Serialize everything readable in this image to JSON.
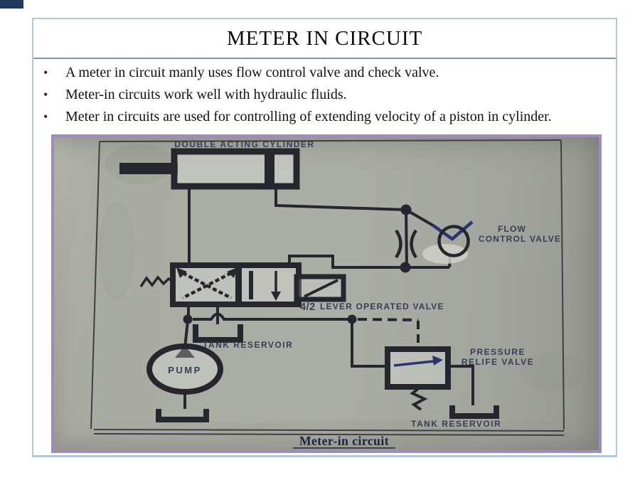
{
  "slide": {
    "title": "METER IN CIRCUIT",
    "bullet_char": "•",
    "bullets": [
      "A meter in circuit manly uses  flow control valve and check valve.",
      "Meter-in circuits work well with hydraulic fluids.",
      "Meter in circuits are used for controlling of extending velocity of a piston in cylinder."
    ]
  },
  "figure": {
    "caption": "Meter-in circuit",
    "labels": {
      "cylinder": "DOUBLE ACTING CYLINDER",
      "flow_valve_line1": "FLOW",
      "flow_valve_line2": "CONTROL VALVE",
      "lever_valve_prefix": "4/2",
      "lever_valve": "LEVER OPERATED VALVE",
      "tank_upper": "TANK RESERVOIR",
      "pump": "PUMP",
      "prv_line1": "PRESSURE",
      "prv_line2": "RELIFE VALVE",
      "tank_lower": "TANK RESERVOIR"
    }
  },
  "colors": {
    "slide_border": "#aec9da",
    "title_rule": "#7898ad",
    "corner_accent": "#22395f",
    "photo_frame": "#a18bbe",
    "paper": "#abaea5",
    "ink": "#26262e",
    "label_ink": "#383d52",
    "caption_ink": "#1b2342",
    "blue_ink": "#2b3470"
  }
}
